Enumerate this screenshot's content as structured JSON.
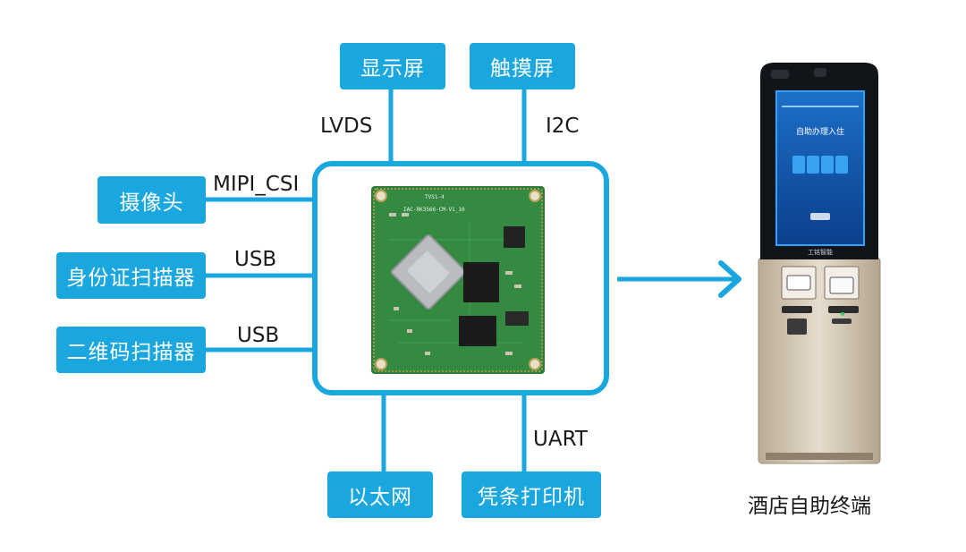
{
  "peripherals": {
    "display": "显示屏",
    "touch": "触摸屏",
    "camera": "摄像头",
    "id_scanner": "身份证扫描器",
    "qr_scanner": "二维码扫描器",
    "ethernet": "以太网",
    "printer": "凭条打印机"
  },
  "interfaces": {
    "display": "LVDS",
    "touch": "I2C",
    "camera": "MIPI_CSI",
    "id_scanner": "USB",
    "qr_scanner": "USB",
    "printer": "UART"
  },
  "module": {
    "silk_line1": "TVS1-4",
    "silk_line2": "IAC-RK3566-CM-V1_10"
  },
  "kiosk": {
    "screen_title": "自助办理入住",
    "brand": "工铭智能",
    "caption": "酒店自助终端"
  },
  "colors": {
    "accent": "#1aa7e0",
    "pcb": "#2f7d3a"
  }
}
